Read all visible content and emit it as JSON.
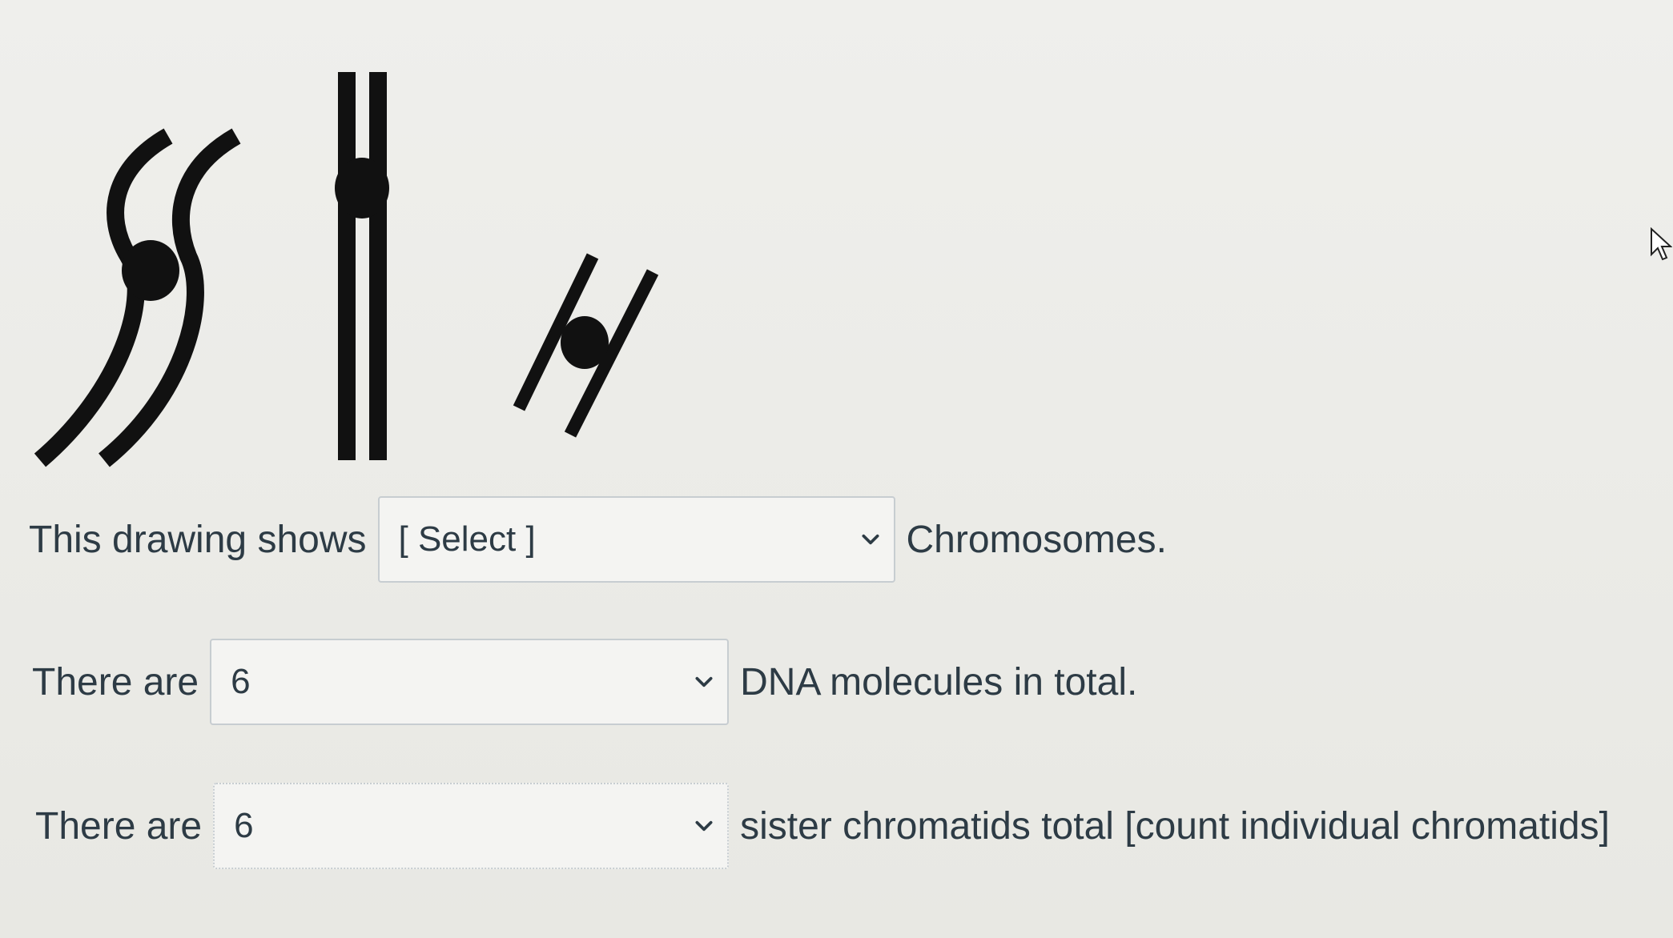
{
  "questions": [
    {
      "prefix": "This drawing shows",
      "selected": "[ Select ]",
      "suffix": "Chromosomes."
    },
    {
      "prefix": "There are",
      "selected": "6",
      "suffix": "DNA molecules in total."
    },
    {
      "prefix": "There are",
      "selected": "6",
      "suffix": "sister chromatids total [count individual chromatids]"
    }
  ],
  "icons": {
    "dropdown": "chevron-down-icon",
    "cursor": "mouse-pointer-icon"
  },
  "figure": {
    "description_icon": "chromosomes-illustration",
    "chromosome_count_drawn": 3
  }
}
